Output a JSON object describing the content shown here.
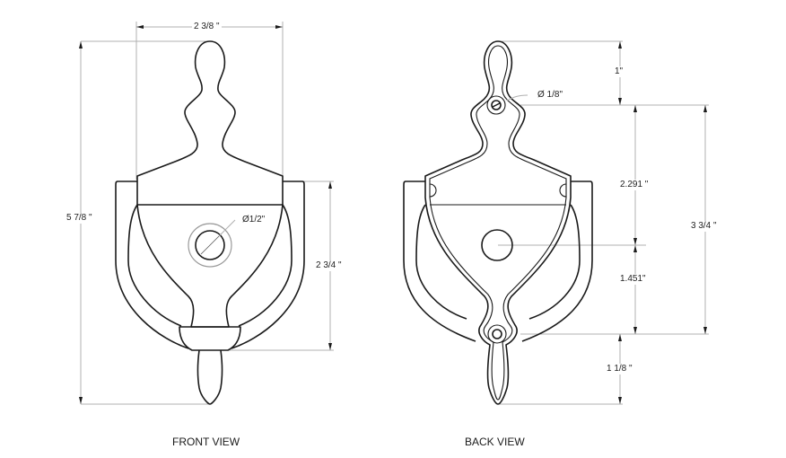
{
  "drawing": {
    "views": [
      {
        "id": "front",
        "title": "FRONT VIEW"
      },
      {
        "id": "back",
        "title": "BACK VIEW"
      }
    ],
    "front_dimensions": {
      "overall_width": "2 3/8 \"",
      "overall_height": "5 7/8 \"",
      "hole_diameter": "Ø1/2\"",
      "knocker_height": "2 3/4 \""
    },
    "back_dimensions": {
      "top_to_screw": "1\"",
      "screw_hole_diameter": "Ø 1/8\"",
      "screw_to_center": "2.291 \"",
      "center_to_bottom_screw": "1.451\"",
      "screw_spacing": "3 3/4 \"",
      "bottom_screw_to_tip": "1 1/8 \""
    },
    "colors": {
      "line": "#1a1a1a",
      "dimension": "#b0b0b0",
      "background": "#ffffff"
    }
  }
}
